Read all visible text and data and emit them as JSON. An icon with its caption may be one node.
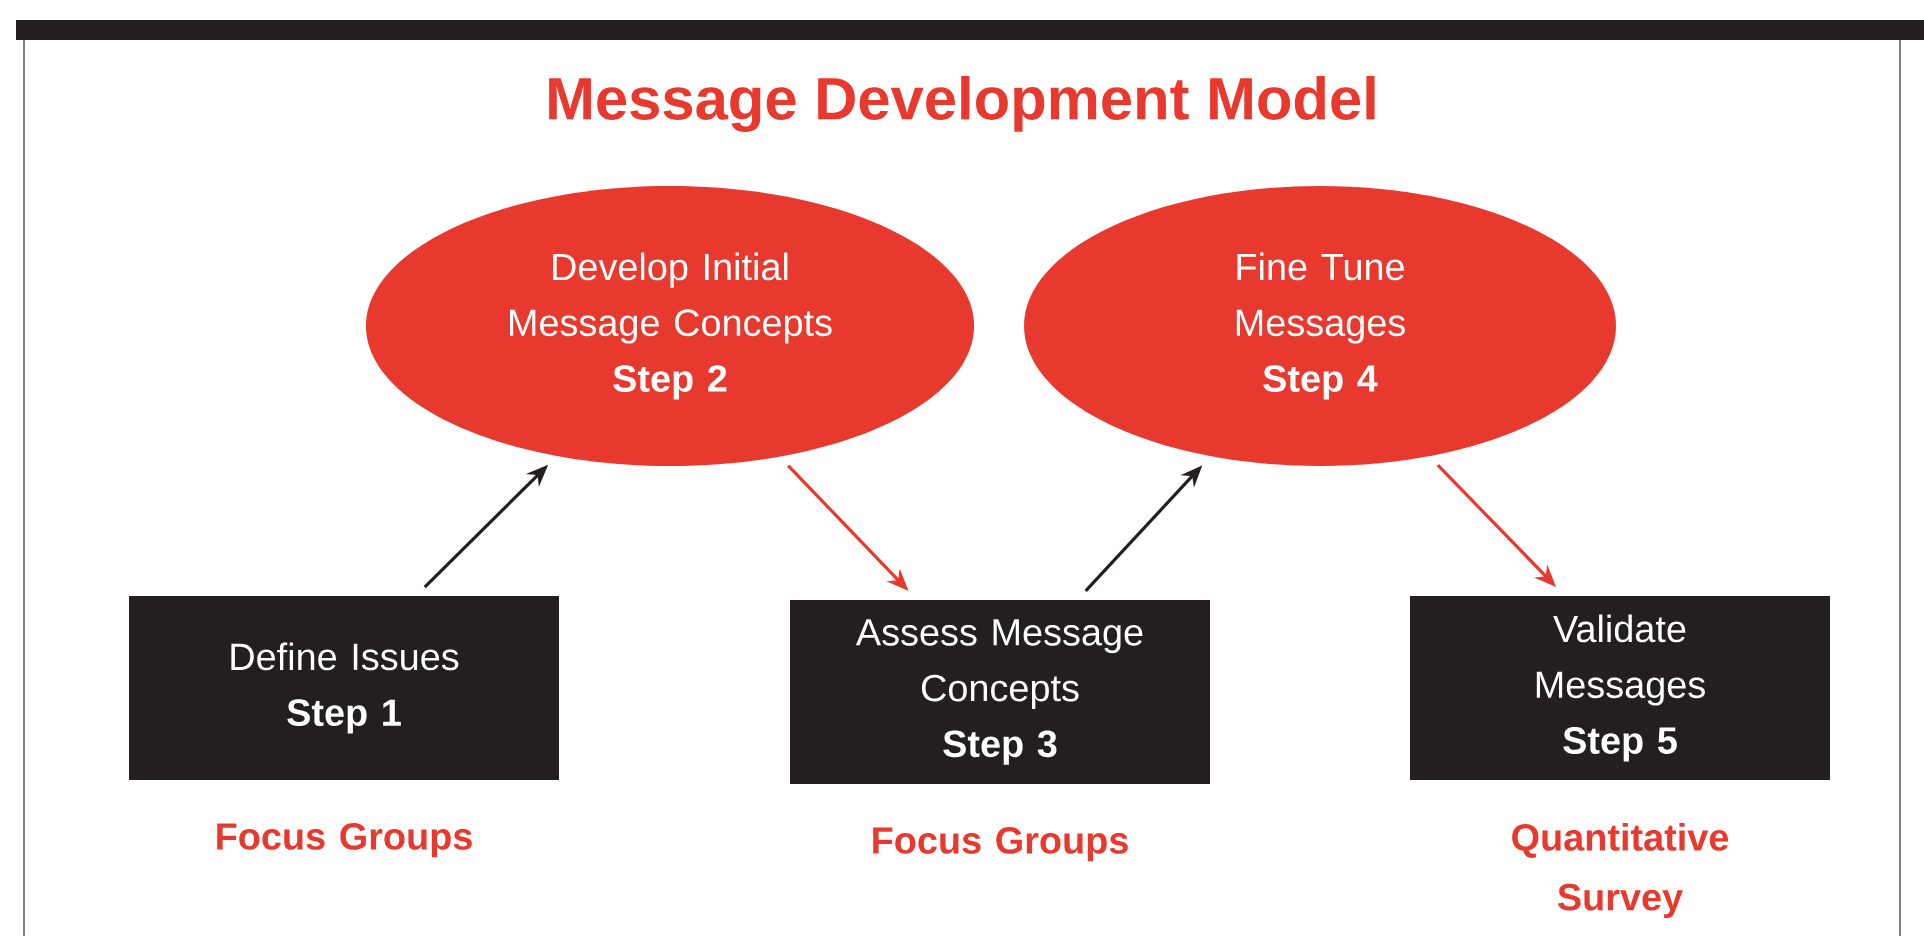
{
  "diagram": {
    "title": "Message Development Model",
    "nodes": [
      {
        "text": [
          "Define Issues",
          "Step 1"
        ],
        "beside": [
          "Focus Groups"
        ]
      },
      {
        "text": [
          "Develop Initial Message Concepts",
          "Step 2"
        ]
      },
      {
        "text": [
          "Assess Message Concepts",
          "Step 3"
        ],
        "beside": [
          "Focus Groups"
        ]
      },
      {
        "text": [
          "Fine Tune Messages",
          "Step 4"
        ]
      },
      {
        "text": [
          "Validate Messages",
          "Step 5"
        ],
        "beside": [
          "Quantitative Survey"
        ]
      }
    ],
    "edges": [
      {
        "from": 0,
        "to": 1,
        "arrow": "to"
      },
      {
        "from": 1,
        "to": 2,
        "arrow": "to",
        "color": "#e8392f"
      },
      {
        "from": 2,
        "to": 3,
        "arrow": "to"
      },
      {
        "from": 3,
        "to": 4,
        "arrow": "to",
        "color": "#e8392f"
      }
    ]
  }
}
